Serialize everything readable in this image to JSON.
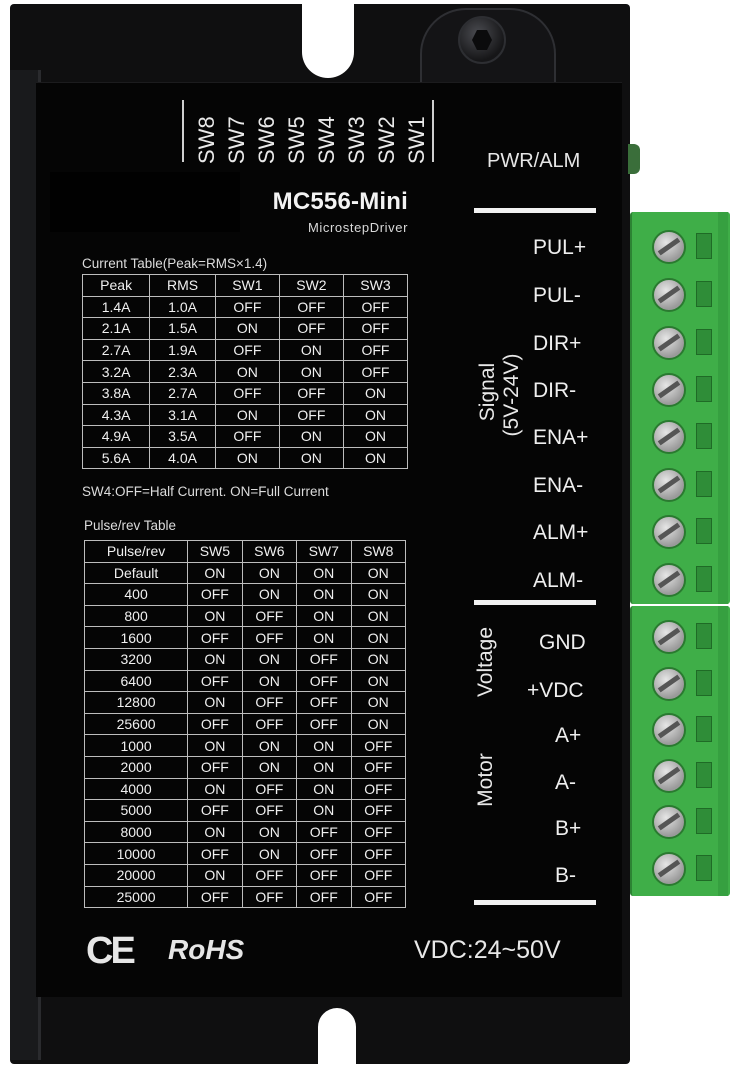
{
  "switch_labels": [
    "SW8",
    "SW7",
    "SW6",
    "SW5",
    "SW4",
    "SW3",
    "SW2",
    "SW1"
  ],
  "header": {
    "model": "MC556-Mini",
    "subtitle": "MicrostepDriver"
  },
  "current_table": {
    "caption": "Current Table(Peak=RMS×1.4)",
    "columns": [
      "Peak",
      "RMS",
      "SW1",
      "SW2",
      "SW3"
    ],
    "rows": [
      [
        "1.4A",
        "1.0A",
        "OFF",
        "OFF",
        "OFF"
      ],
      [
        "2.1A",
        "1.5A",
        "ON",
        "OFF",
        "OFF"
      ],
      [
        "2.7A",
        "1.9A",
        "OFF",
        "ON",
        "OFF"
      ],
      [
        "3.2A",
        "2.3A",
        "ON",
        "ON",
        "OFF"
      ],
      [
        "3.8A",
        "2.7A",
        "OFF",
        "OFF",
        "ON"
      ],
      [
        "4.3A",
        "3.1A",
        "ON",
        "OFF",
        "ON"
      ],
      [
        "4.9A",
        "3.5A",
        "OFF",
        "ON",
        "ON"
      ],
      [
        "5.6A",
        "4.0A",
        "ON",
        "ON",
        "ON"
      ]
    ],
    "note": "SW4:OFF=Half Current. ON=Full Current"
  },
  "pulse_table": {
    "caption": "Pulse/rev Table",
    "columns": [
      "Pulse/rev",
      "SW5",
      "SW6",
      "SW7",
      "SW8"
    ],
    "rows": [
      [
        "Default",
        "ON",
        "ON",
        "ON",
        "ON"
      ],
      [
        "400",
        "OFF",
        "ON",
        "ON",
        "ON"
      ],
      [
        "800",
        "ON",
        "OFF",
        "ON",
        "ON"
      ],
      [
        "1600",
        "OFF",
        "OFF",
        "ON",
        "ON"
      ],
      [
        "3200",
        "ON",
        "ON",
        "OFF",
        "ON"
      ],
      [
        "6400",
        "OFF",
        "ON",
        "OFF",
        "ON"
      ],
      [
        "12800",
        "ON",
        "OFF",
        "OFF",
        "ON"
      ],
      [
        "25600",
        "OFF",
        "OFF",
        "OFF",
        "ON"
      ],
      [
        "1000",
        "ON",
        "ON",
        "ON",
        "OFF"
      ],
      [
        "2000",
        "OFF",
        "ON",
        "ON",
        "OFF"
      ],
      [
        "4000",
        "ON",
        "OFF",
        "ON",
        "OFF"
      ],
      [
        "5000",
        "OFF",
        "OFF",
        "ON",
        "OFF"
      ],
      [
        "8000",
        "ON",
        "ON",
        "OFF",
        "OFF"
      ],
      [
        "10000",
        "OFF",
        "ON",
        "OFF",
        "OFF"
      ],
      [
        "20000",
        "ON",
        "OFF",
        "OFF",
        "OFF"
      ],
      [
        "25000",
        "OFF",
        "OFF",
        "OFF",
        "OFF"
      ]
    ]
  },
  "bottom": {
    "ce": "CE",
    "rohs": "RoHS",
    "vdc": "VDC:24~50V"
  },
  "indicator": {
    "label": "PWR/ALM"
  },
  "signal": {
    "title": "Signal",
    "range": "(5V-24V)",
    "pins": [
      "PUL+",
      "PUL-",
      "DIR+",
      "DIR-",
      "ENA+",
      "ENA-",
      "ALM+",
      "ALM-"
    ]
  },
  "power": {
    "voltage_label": "Voltage",
    "motor_label": "Motor",
    "pins": [
      "GND",
      "+VDC",
      "A+",
      "A-",
      "B+",
      "B-"
    ]
  },
  "colors": {
    "terminal_green": "#3fae48",
    "housing": "#0f0f10",
    "print": "#f0f0f0"
  }
}
